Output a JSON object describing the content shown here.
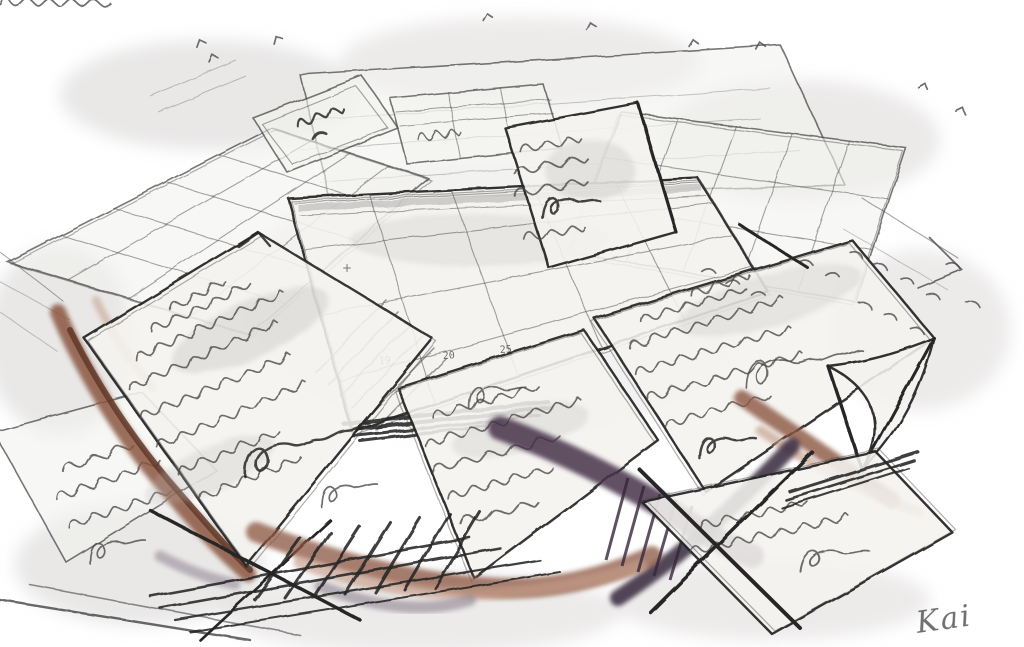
{
  "artwork": {
    "signature": "Kai",
    "calendar": {
      "plus_mark": "+",
      "day_numbers": [
        "19",
        "20",
        "25"
      ]
    },
    "colors": {
      "pencil": "#4a4a4a",
      "pencil_dark": "#262626",
      "pencil_light": "#8f8f8f",
      "paper": "#f3f2ef",
      "wash": "#cfccca",
      "sienna": "#8a5440",
      "sienna_dark": "#5c3424",
      "salmon": "#c59b87",
      "maroon": "#463049",
      "maroon_dark": "#36263a",
      "gray_violet": "#8e8290",
      "signature": "#6f6f6f"
    }
  }
}
